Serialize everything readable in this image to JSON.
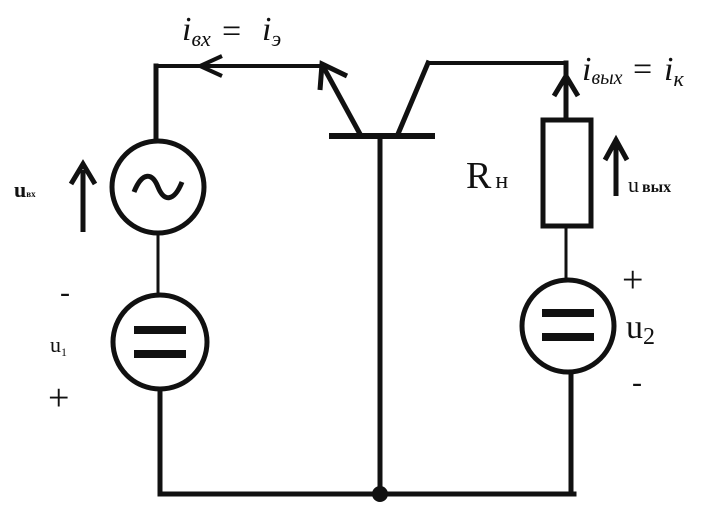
{
  "labels": {
    "i_in": "i",
    "i_in_sub": "вх",
    "eq1": "=",
    "i_e": "i",
    "i_e_sub": "э",
    "i_out": "i",
    "i_out_sub": "вых",
    "eq2": "=",
    "i_k": "i",
    "i_k_sub": "к",
    "u_in": "u",
    "u_in_sub": "вх",
    "minus_left": "-",
    "u1": "u",
    "u1_sub": "1",
    "plus_left": "+",
    "r_load": "R",
    "r_load_sub": "н",
    "u_out": "u",
    "u_out_sub": "вых",
    "plus_right": "+",
    "u2": "u",
    "u2_sub": "2",
    "minus_right": "-"
  }
}
